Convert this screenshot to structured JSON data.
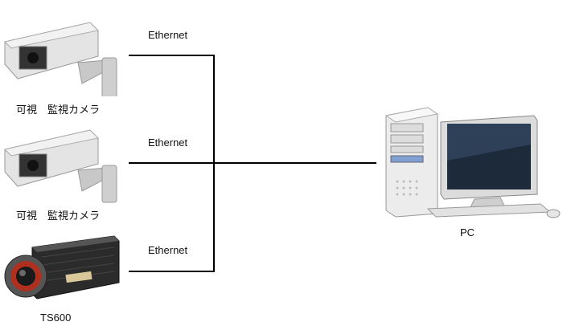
{
  "devices": {
    "camera1": {
      "label": "可視　監視カメラ",
      "icon": "security-camera-icon"
    },
    "camera2": {
      "label": "可視　監視カメラ",
      "icon": "security-camera-icon"
    },
    "thermal": {
      "label": "TS600",
      "icon": "thermal-camera-icon"
    },
    "pc": {
      "label": "PC",
      "icon": "desktop-computer-icon"
    }
  },
  "links": [
    {
      "label": "Ethernet"
    },
    {
      "label": "Ethernet"
    },
    {
      "label": "Ethernet"
    }
  ],
  "colors": {
    "line": "#000000",
    "camera_body": "#d8d8d8",
    "thermal_body": "#2a2a2a",
    "thermal_lens_ring": "#c0392b"
  }
}
